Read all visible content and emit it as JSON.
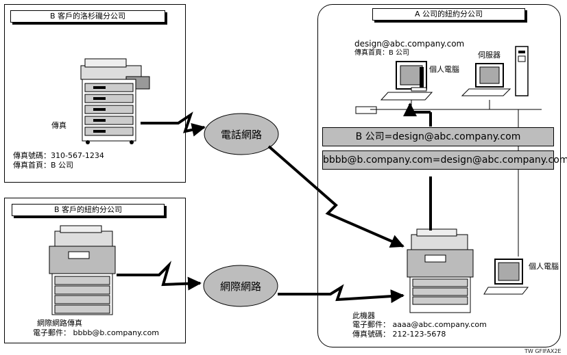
{
  "la_office": {
    "title": "B 客戶的洛杉磯分公司",
    "device_label": "傳真",
    "fax_number": "傳真號碼：310-567-1234",
    "fax_header": "傳真首頁：B 公司"
  },
  "ny_b_office": {
    "title": "B 客戶的紐約分公司",
    "device_label": "網際網路傳真",
    "email": "電子郵件： bbbb@b.company.com"
  },
  "ny_a_office": {
    "title": "A 公司的紐約分公司",
    "pc_email": "design@abc.company.com",
    "pc_fax_header": "傳真首頁：B 公司",
    "pc_label": "個人電腦",
    "server_label": "伺服器",
    "pc2_label": "個人電腦",
    "machine_label": "此機器",
    "machine_email": "電子郵件： aaaa@abc.company.com",
    "machine_fax": "傳真號碼： 212-123-5678"
  },
  "networks": {
    "phone": "電話網路",
    "internet": "網際網路"
  },
  "banners": {
    "rule1": "B 公司=design@abc.company.com",
    "rule2": "bbbb@b.company.com=design@abc.company.com"
  },
  "footer": "TW GFIFAX2E",
  "colors": {
    "ellipse_fill": "#bdbdbd",
    "banner_fill": "#bdbdbd",
    "line": "#000000"
  }
}
